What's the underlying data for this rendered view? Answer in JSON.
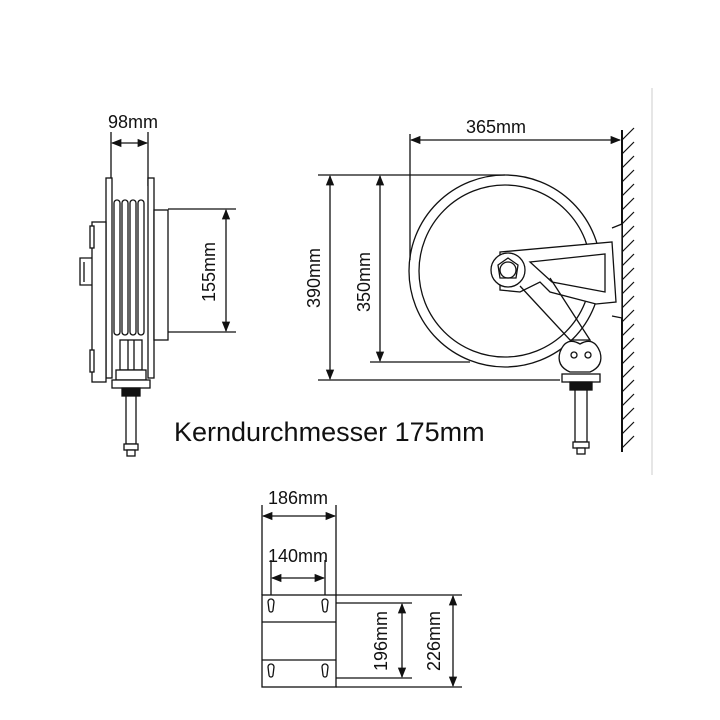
{
  "dimensions": {
    "side_width": "98mm",
    "side_height": "155mm",
    "front_width": "365mm",
    "front_outer_height": "390mm",
    "front_drum_height": "350mm",
    "bracket_outer_width": "186mm",
    "bracket_hole_width": "140mm",
    "bracket_hole_height": "196mm",
    "bracket_outer_height": "226mm"
  },
  "caption": "Kerndurchmesser 175mm",
  "colors": {
    "line": "#111111",
    "fill": "#ffffff",
    "hatch": "#222222"
  }
}
